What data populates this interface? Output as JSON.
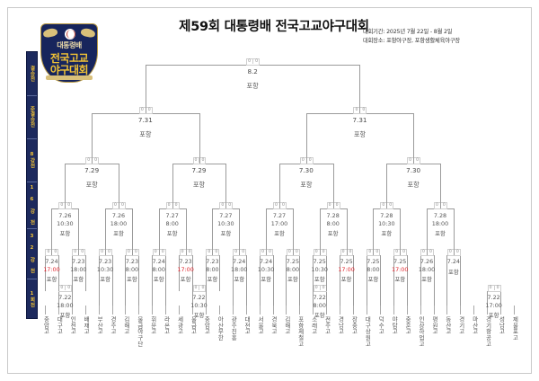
{
  "header": {
    "title": "제59회 대통령배 전국고교야구대회",
    "period_label": "대회기간: 2025년 7월 22일 - 8월 2일",
    "venue_label": "대회장소: 포항야구장, 포항생활체육야구장"
  },
  "emblem": {
    "line1": "대통령배",
    "line2": "전국고교",
    "line3": "야구대회"
  },
  "rounds_rail": [
    {
      "label": "결승전"
    },
    {
      "label": "준결승전"
    },
    {
      "label": "8강전"
    },
    {
      "label": "1 6 강 전"
    },
    {
      "label": "3 2 강 전"
    },
    {
      "label": "1회전"
    }
  ],
  "venue_short": "포항",
  "final": {
    "date": "8.2",
    "venue": "포항"
  },
  "semifinals": [
    {
      "date": "7.31",
      "venue": "포항"
    },
    {
      "date": "7.31",
      "venue": "포항"
    }
  ],
  "quarterfinals": [
    {
      "date": "7.29",
      "venue": "포항"
    },
    {
      "date": "7.29",
      "venue": "포항"
    },
    {
      "date": "7.30",
      "venue": "포항"
    },
    {
      "date": "7.30",
      "venue": "포항"
    }
  ],
  "round16": [
    {
      "date": "7.26",
      "time": "10:30",
      "venue": "포항"
    },
    {
      "date": "7.26",
      "time": "18:00",
      "venue": "포항"
    },
    {
      "date": "7.27",
      "time": "8:00",
      "venue": "포항"
    },
    {
      "date": "7.27",
      "time": "10:30",
      "venue": "포항"
    },
    {
      "date": "7.27",
      "time": "17:00",
      "venue": "포항"
    },
    {
      "date": "7.28",
      "time": "8:00",
      "venue": "포항"
    },
    {
      "date": "7.28",
      "time": "10:30",
      "venue": "포항"
    },
    {
      "date": "7.28",
      "time": "18:00",
      "venue": "포항"
    }
  ],
  "round32": [
    {
      "date": "7.24",
      "time": "17:00",
      "hot": true,
      "venue": "포항"
    },
    {
      "date": "7.23",
      "time": "18:00",
      "hot": false,
      "venue": "포항"
    },
    {
      "date": "7.23",
      "time": "10:30",
      "hot": false,
      "venue": "포항"
    },
    {
      "date": "7.23",
      "time": "8:00",
      "hot": false,
      "venue": "포항"
    },
    {
      "date": "7.24",
      "time": "8:00",
      "hot": false,
      "venue": "포항"
    },
    {
      "date": "7.23",
      "time": "17:00",
      "hot": true,
      "venue": "포항"
    },
    {
      "date": "7.23",
      "time": "8:00",
      "hot": false,
      "venue": "포항"
    },
    {
      "date": "7.24",
      "time": "18:00",
      "hot": false,
      "venue": "포항"
    },
    {
      "date": "7.24",
      "time": "10:30",
      "hot": false,
      "venue": "포항"
    },
    {
      "date": "7.25",
      "time": "8:00",
      "hot": false,
      "venue": "포항"
    },
    {
      "date": "7.25",
      "time": "10:30",
      "hot": false,
      "venue": "포항"
    },
    {
      "date": "7.25",
      "time": "17:00",
      "hot": true,
      "venue": "포항"
    },
    {
      "date": "7.25",
      "time": "8:00",
      "hot": false,
      "venue": "포항"
    },
    {
      "date": "7.25",
      "time": "17:00",
      "hot": true,
      "venue": "포항"
    },
    {
      "date": "7.26",
      "time": "18:00",
      "hot": false,
      "venue": "포항"
    },
    {
      "date": "7.24",
      "time": "",
      "hot": false,
      "venue": "포항"
    }
  ],
  "round64": [
    {
      "date": "7.22",
      "time": "18:00",
      "venue": "포항"
    },
    {
      "date": "7.22",
      "time": "10:30",
      "venue": "포항"
    },
    {
      "date": "7.22",
      "time": "8:00",
      "venue": "포항"
    },
    {
      "date": "7.22",
      "time": "17:00",
      "venue": "포항"
    }
  ],
  "teams": [
    "충암고",
    "대구고",
    "인천고",
    "배재고",
    "부산고",
    "경주고",
    "김해고",
    "물금야구단",
    "휘문고",
    "라온고",
    "세광고",
    "물금고",
    "충암고",
    "아산무한",
    "광주진흥",
    "대전고",
    "서울고",
    "경북고",
    "김해고",
    "포항제철고",
    "소래고",
    "전주고",
    "경남고",
    "장충고",
    "대구상원고",
    "덕수고",
    "야탑고",
    "충훈고",
    "인상하업고",
    "평원고",
    "동산고",
    "경기고",
    "마산고",
    "경기항공고",
    "성남고",
    "제물포고"
  ],
  "colors": {
    "navy": "#1d2a5e",
    "gold": "#f2c335",
    "line": "#9b9b9b",
    "hot": "#e0242c",
    "text": "#4a4a4a"
  }
}
